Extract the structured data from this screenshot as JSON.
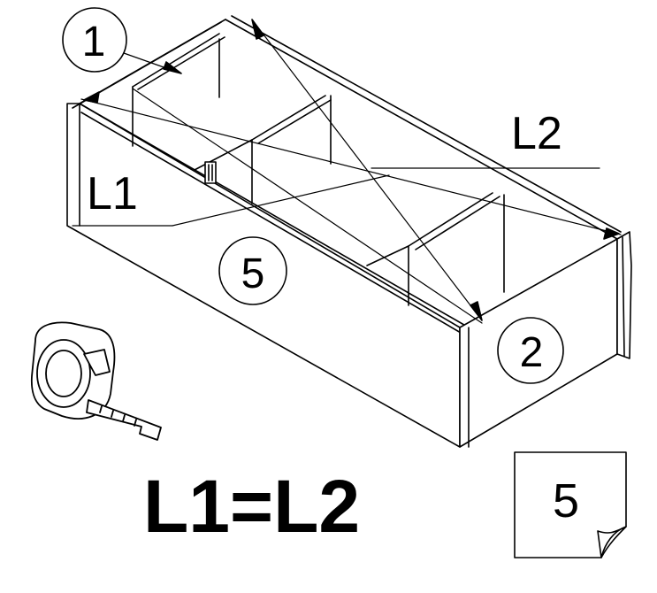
{
  "callouts": {
    "part_1": "1",
    "part_2": "2",
    "part_5": "5"
  },
  "diagonals": {
    "l1": "L1",
    "l2": "L2"
  },
  "equation": "L1=L2",
  "page_number": "5",
  "icons": [
    "tape-measure-icon",
    "page-corner-icon"
  ]
}
